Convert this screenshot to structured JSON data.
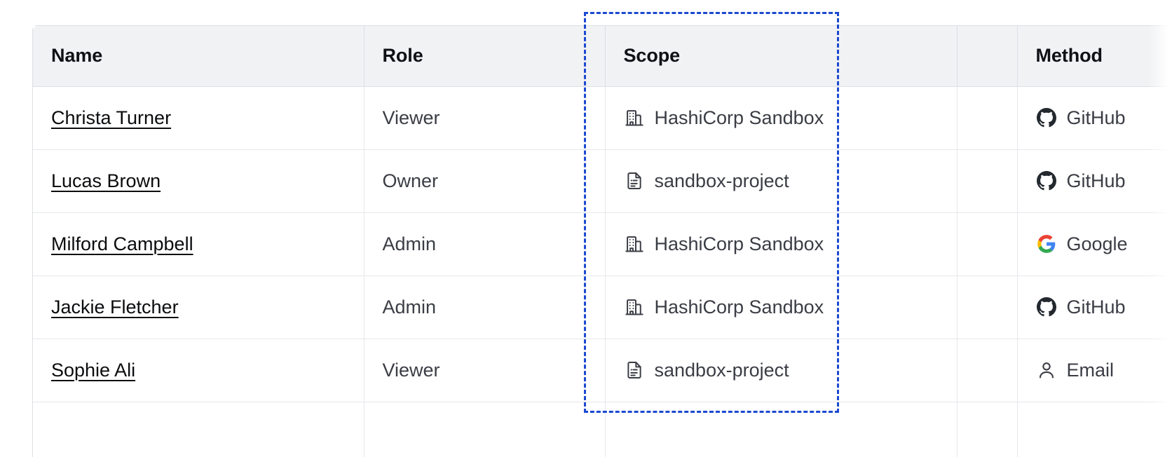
{
  "table": {
    "columns": [
      {
        "key": "name",
        "label": "Name"
      },
      {
        "key": "role",
        "label": "Role"
      },
      {
        "key": "scope",
        "label": "Scope"
      },
      {
        "key": "blank",
        "label": ""
      },
      {
        "key": "method",
        "label": "Method"
      }
    ],
    "rows": [
      {
        "name": "Christa Turner",
        "role": "Viewer",
        "scope": "HashiCorp Sandbox",
        "scope_icon": "organization-building-icon",
        "method": "GitHub",
        "method_icon": "github-icon"
      },
      {
        "name": "Lucas Brown",
        "role": "Owner",
        "scope": "sandbox-project",
        "scope_icon": "project-document-icon",
        "method": "GitHub",
        "method_icon": "github-icon"
      },
      {
        "name": "Milford Campbell",
        "role": "Admin",
        "scope": "HashiCorp Sandbox",
        "scope_icon": "organization-building-icon",
        "method": "Google",
        "method_icon": "google-icon"
      },
      {
        "name": "Jackie Fletcher",
        "role": "Admin",
        "scope": "HashiCorp Sandbox",
        "scope_icon": "organization-building-icon",
        "method": "GitHub",
        "method_icon": "github-icon"
      },
      {
        "name": "Sophie Ali",
        "role": "Viewer",
        "scope": "sandbox-project",
        "scope_icon": "project-document-icon",
        "method": "Email",
        "method_icon": "user-person-icon"
      },
      {
        "name": "",
        "role": "",
        "scope": "",
        "scope_icon": "",
        "method": "",
        "method_icon": ""
      }
    ]
  },
  "selection": {
    "target_column": "Scope",
    "border_color": "#1b4ad0",
    "style": "dashed"
  },
  "colors": {
    "header_background": "#f1f2f4",
    "header_text": "#0f1115",
    "cell_text": "#3b3d45",
    "link_text": "#0b0c0e",
    "border": "#e6e8ec",
    "selection_blue": "#1b4ad0",
    "google_blue": "#4285f4",
    "google_red": "#ea4335",
    "google_yellow": "#fbbc05",
    "google_green": "#34a853",
    "github_dark": "#24292f"
  }
}
